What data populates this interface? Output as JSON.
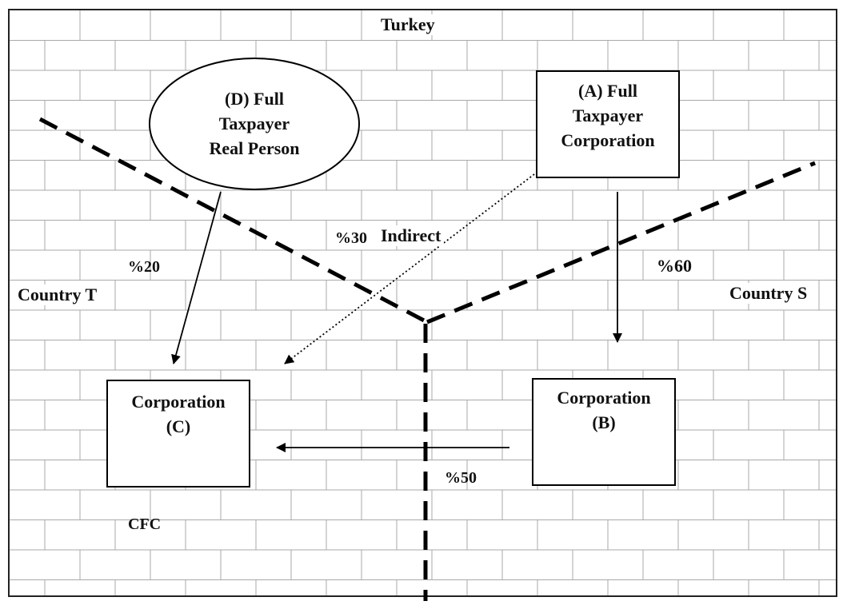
{
  "regions": {
    "top": "Turkey",
    "left": "Country T",
    "right": "Country S"
  },
  "entities": {
    "d": [
      "(D) Full",
      "Taxpayer",
      "Real Person"
    ],
    "a": [
      "(A) Full",
      "Taxpayer",
      "Corporation"
    ],
    "c": [
      "Corporation",
      "(C)"
    ],
    "b": [
      "Corporation",
      "(B)"
    ]
  },
  "labels": {
    "p20": "%20",
    "p30": "%30",
    "indirect": "Indirect",
    "p60": "%60",
    "p50": "%50",
    "cfc": "CFC"
  }
}
